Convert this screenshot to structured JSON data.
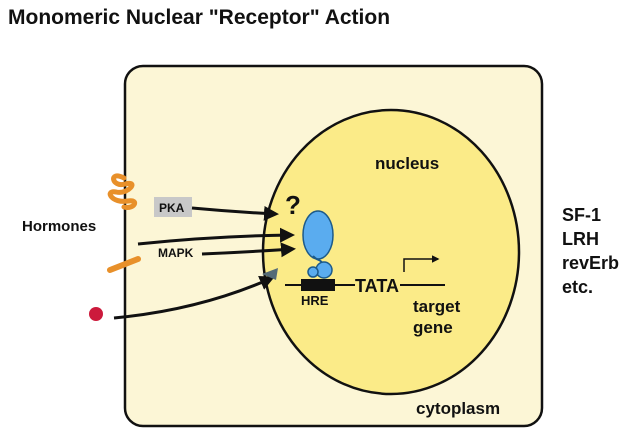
{
  "title": "Monomeric Nuclear \"Receptor\" Action",
  "labels": {
    "nucleus": "nucleus",
    "cytoplasm": "cytoplasm",
    "hormones": "Hormones",
    "pka": "PKA",
    "mapk": "MAPK",
    "question": "?",
    "hre": "HRE",
    "tata": "TATA",
    "target_gene_line1": "target",
    "target_gene_line2": "gene"
  },
  "receptor_examples": [
    "SF-1",
    "LRH",
    "revErb",
    "etc."
  ],
  "colors": {
    "cell": "#fcf6d6",
    "nucleus": "#fbeb88",
    "receptor": "#5aacef",
    "hormone_ligand": "#e8902a",
    "small_ligand": "#cc1a3c",
    "kinase_box": "#c8c8c8",
    "arrow": "#111111"
  }
}
